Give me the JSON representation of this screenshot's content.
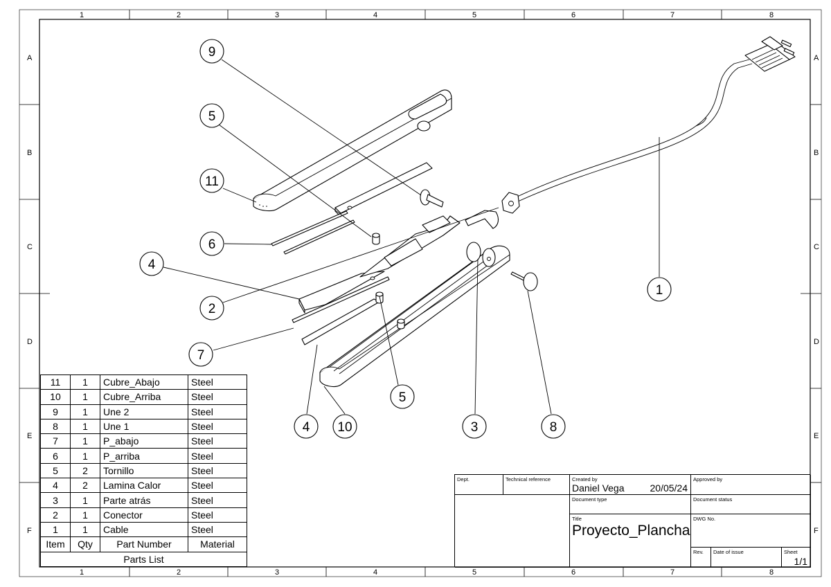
{
  "sheet": {
    "column_labels": [
      "1",
      "2",
      "3",
      "4",
      "5",
      "6",
      "7",
      "8"
    ],
    "row_labels": [
      "A",
      "B",
      "C",
      "D",
      "E",
      "F"
    ]
  },
  "balloons": [
    "9",
    "5",
    "11",
    "6",
    "4",
    "2",
    "7",
    "5",
    "4",
    "10",
    "3",
    "8",
    "1"
  ],
  "parts_list": {
    "rows": [
      {
        "item": "11",
        "qty": "1",
        "part": "Cubre_Abajo",
        "material": "Steel"
      },
      {
        "item": "10",
        "qty": "1",
        "part": "Cubre_Arriba",
        "material": "Steel"
      },
      {
        "item": "9",
        "qty": "1",
        "part": "Une 2",
        "material": "Steel"
      },
      {
        "item": "8",
        "qty": "1",
        "part": "Une 1",
        "material": "Steel"
      },
      {
        "item": "7",
        "qty": "1",
        "part": "P_abajo",
        "material": "Steel"
      },
      {
        "item": "6",
        "qty": "1",
        "part": "P_arriba",
        "material": "Steel"
      },
      {
        "item": "5",
        "qty": "2",
        "part": "Tornillo",
        "material": "Steel"
      },
      {
        "item": "4",
        "qty": "2",
        "part": "Lamina Calor",
        "material": "Steel"
      },
      {
        "item": "3",
        "qty": "1",
        "part": "Parte atrás",
        "material": "Steel"
      },
      {
        "item": "2",
        "qty": "1",
        "part": "Conector",
        "material": "Steel"
      },
      {
        "item": "1",
        "qty": "1",
        "part": "Cable",
        "material": "Steel"
      }
    ],
    "header": {
      "item": "Item",
      "qty": "Qty",
      "part": "Part Number",
      "material": "Material"
    },
    "caption": "Parts List"
  },
  "title_block": {
    "dept_label": "Dept.",
    "tech_ref_label": "Technical reference",
    "created_by_label": "Created by",
    "created_by": "Daniel Vega",
    "date": "20/05/24",
    "approved_by_label": "Approved by",
    "doc_type_label": "Document type",
    "doc_status_label": "Document status",
    "title_label": "Title",
    "title": "Proyecto_Plancha",
    "dwg_no_label": "DWG No.",
    "rev_label": "Rev.",
    "date_of_issue_label": "Date of issue",
    "sheet_label": "Sheet",
    "sheet": "1/1"
  }
}
